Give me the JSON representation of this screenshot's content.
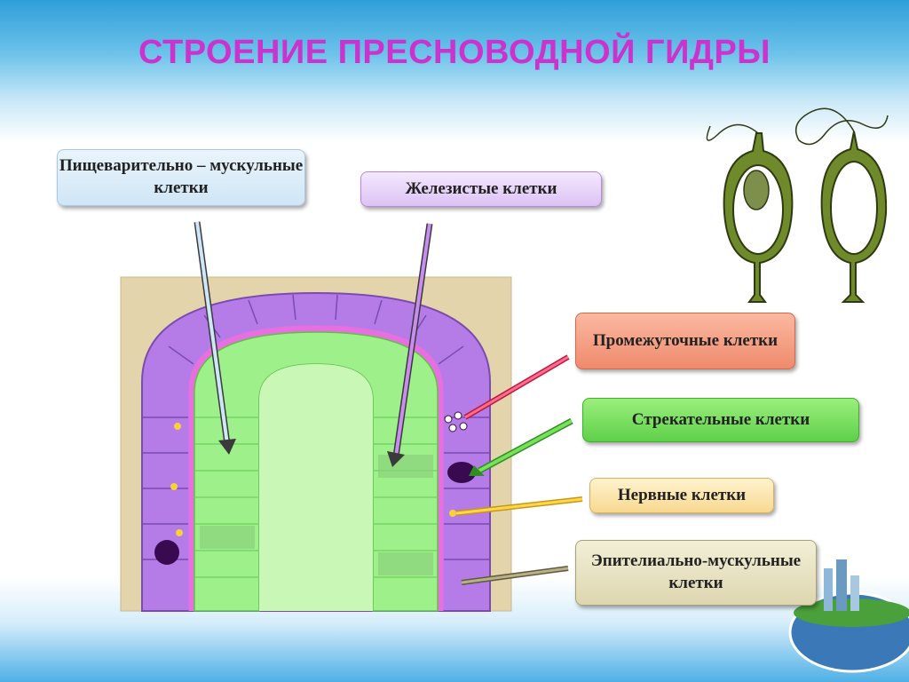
{
  "slide": {
    "title": "СТРОЕНИЕ ПРЕСНОВОДНОЙ ГИДРЫ"
  },
  "labels": {
    "digestive": "Пищеварительно – мускульные клетки",
    "glandular": "Железистые клетки",
    "intermediate": "Промежуточные клетки",
    "stinging": "Стрекательные клетки",
    "nerve": "Нервные клетки",
    "epithelial": "Эпителиально-мускульные клетки"
  },
  "colors": {
    "title": "#cc33cc",
    "ectoderm": "#b57ce8",
    "endoderm": "#9ef08a",
    "mesoglea": "#e86fe0",
    "background_tissue": "#e2d3aa"
  }
}
